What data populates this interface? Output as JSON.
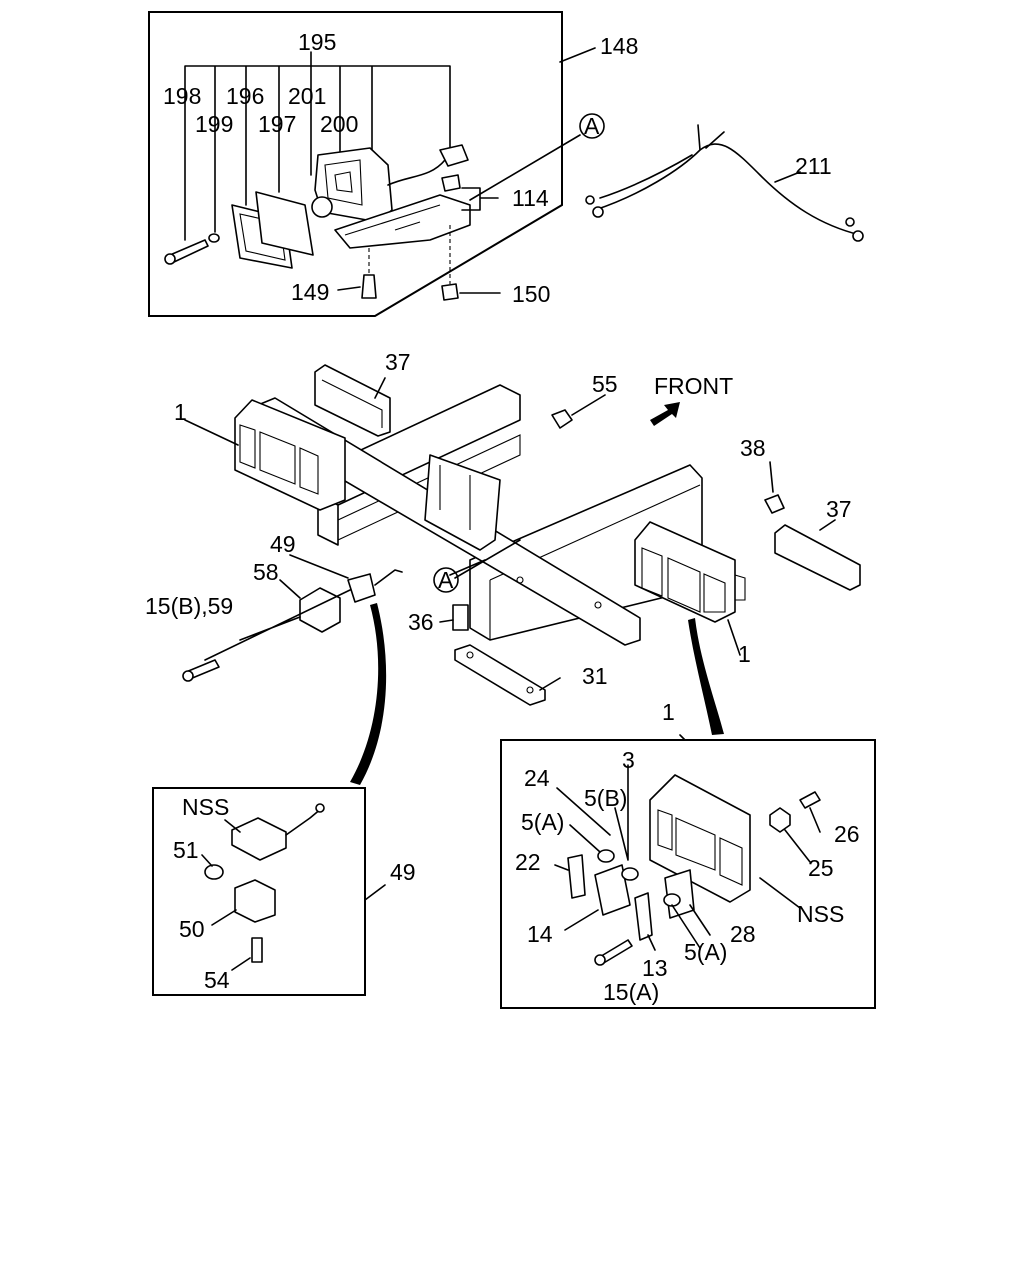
{
  "diagram": {
    "callouts": {
      "c195": "195",
      "c148": "148",
      "c198": "198",
      "c196": "196",
      "c201": "201",
      "c199": "199",
      "c197": "197",
      "c200": "200",
      "c114": "114",
      "c149": "149",
      "c150": "150",
      "c211": "211",
      "cA1": "A",
      "cA2": "A",
      "c37a": "37",
      "c55": "55",
      "front": "FRONT",
      "c1a": "1",
      "c38": "38",
      "c37b": "37",
      "c49a": "49",
      "c58": "58",
      "c15b59": "15(B),59",
      "c36": "36",
      "c1b": "1",
      "c31": "31",
      "c1c": "1",
      "c3": "3",
      "c24": "24",
      "c5b": "5(B)",
      "c5a1": "5(A)",
      "c26": "26",
      "c25": "25",
      "c22": "22",
      "c14": "14",
      "c28": "28",
      "c5a2": "5(A)",
      "nss2": "NSS",
      "c13": "13",
      "c15a": "15(A)",
      "nss1": "NSS",
      "c51": "51",
      "c49b": "49",
      "c50": "50",
      "c54": "54"
    }
  }
}
